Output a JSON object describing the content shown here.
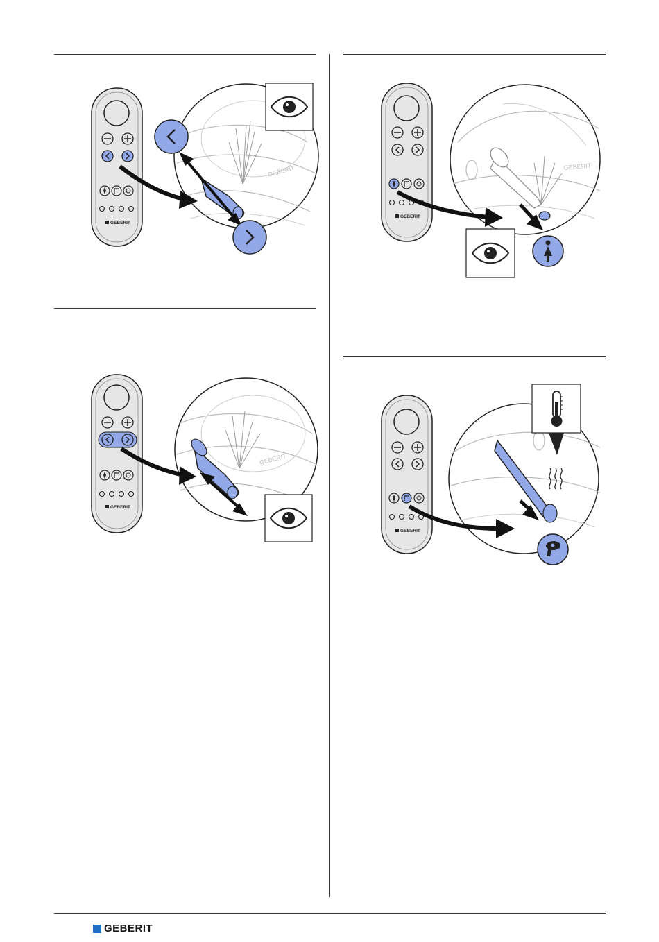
{
  "brand": {
    "remote_logo_text": "GEBERIT",
    "footer_logo_text": "GEBERIT",
    "footer_logo_color": "#1f6fc6"
  },
  "colors": {
    "highlight": "#93a8e6",
    "remote_body": "#e6e6e6",
    "outline": "#222222"
  },
  "figures": [
    {
      "id": "fig-1",
      "action": "press left/right arrow buttons separately to move spray arm",
      "icons": [
        "arrow-left-icon",
        "arrow-right-icon",
        "eye-icon"
      ]
    },
    {
      "id": "fig-2",
      "action": "select lady shower",
      "icons": [
        "lady-shower-icon",
        "eye-icon"
      ]
    },
    {
      "id": "fig-3",
      "action": "press both arrow buttons to move spray arm",
      "icons": [
        "eye-icon"
      ]
    },
    {
      "id": "fig-4",
      "action": "select dryer",
      "icons": [
        "dryer-icon",
        "thermometer-icon"
      ]
    }
  ]
}
